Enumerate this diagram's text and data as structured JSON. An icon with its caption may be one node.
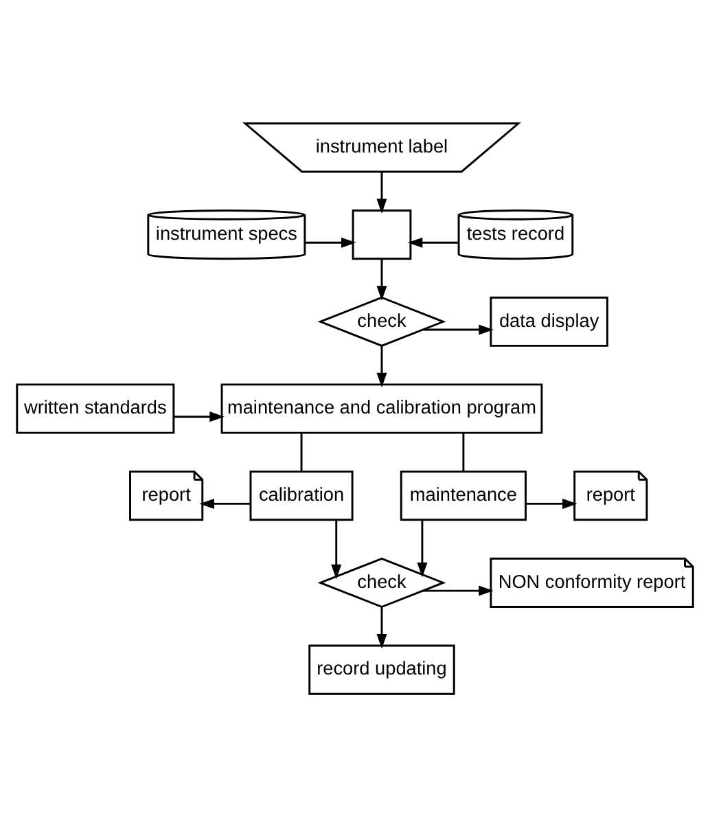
{
  "diagram": {
    "nodes": [
      {
        "text": [
          "instrument label"
        ]
      },
      {
        "text": [
          "instrument specs"
        ]
      },
      {
        "text": [],
        "shape": "box"
      },
      {
        "text": [
          "tests record"
        ]
      },
      {
        "text": [
          "check"
        ]
      },
      {
        "text": [
          "data display"
        ]
      },
      {
        "text": [
          "written standards"
        ]
      },
      {
        "text": [
          "maintenance and calibration program"
        ]
      },
      {
        "text": [
          "report"
        ]
      },
      {
        "text": [
          "calibration"
        ]
      },
      {
        "text": [
          "maintenance"
        ]
      },
      {
        "text": [
          "report"
        ]
      },
      {
        "text": [
          "check"
        ]
      },
      {
        "text": [
          "NON conformity report"
        ]
      },
      {
        "text": [
          "record updating"
        ]
      }
    ],
    "edges": [
      {
        "from": 0,
        "to": 2,
        "arrow": "to"
      },
      {
        "from": 1,
        "to": 2,
        "arrow": "to"
      },
      {
        "from": 3,
        "to": 2,
        "arrow": "to"
      },
      {
        "from": 2,
        "to": 4,
        "arrow": "to"
      },
      {
        "from": 4,
        "to": 5,
        "arrow": "to"
      },
      {
        "from": 4,
        "to": 7,
        "arrow": "to"
      },
      {
        "from": 6,
        "to": 7,
        "arrow": "to"
      },
      {
        "from": 7,
        "to": 9,
        "arrow": "none"
      },
      {
        "from": 7,
        "to": 10,
        "arrow": "none"
      },
      {
        "from": 9,
        "to": 8,
        "arrow": "to"
      },
      {
        "from": 10,
        "to": 11,
        "arrow": "to"
      },
      {
        "from": 9,
        "to": 12,
        "arrow": "to"
      },
      {
        "from": 10,
        "to": 12,
        "arrow": "to"
      },
      {
        "from": 12,
        "to": 13,
        "arrow": "to"
      },
      {
        "from": 12,
        "to": 14,
        "arrow": "to"
      }
    ]
  }
}
